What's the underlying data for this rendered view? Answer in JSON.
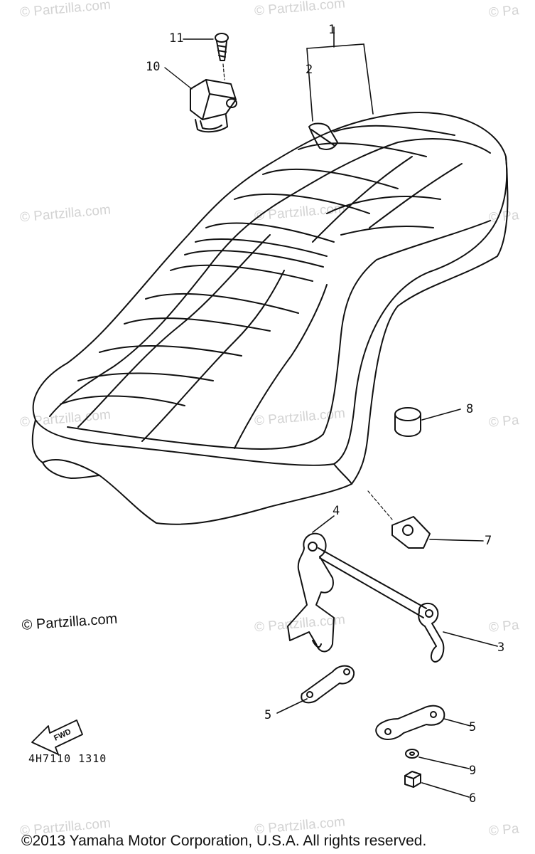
{
  "watermark": {
    "text": "© Partzilla.com",
    "short_text": "© Pa"
  },
  "credit": "© Partzilla.com",
  "diagram_code": "4H7110 1310",
  "fwd_label": "FWD",
  "copyright": "©2013 Yamaha Motor Corporation, U.S.A. All rights reserved.",
  "callouts": {
    "c1": "1",
    "c2": "2",
    "c3": "3",
    "c4": "4",
    "c5a": "5",
    "c5b": "5",
    "c6": "6",
    "c7": "7",
    "c8": "8",
    "c9": "9",
    "c10": "10",
    "c11": "11"
  },
  "parts": [
    "seat",
    "seat-cover",
    "hook-bracket",
    "seat-lock-hook",
    "plate",
    "nut",
    "nut-clip",
    "damper",
    "washer",
    "seat-lock",
    "screw"
  ]
}
